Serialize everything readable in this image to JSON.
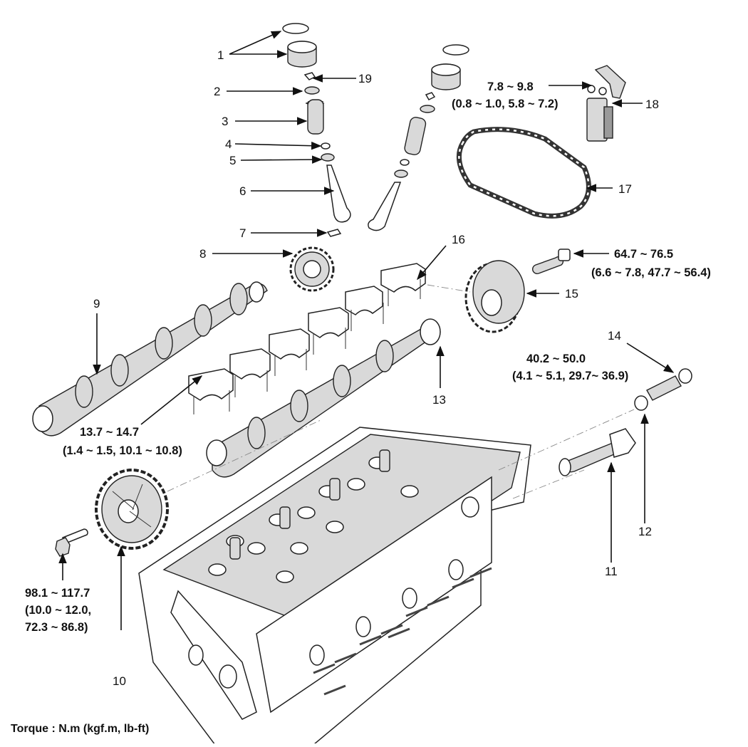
{
  "callouts": {
    "c1": "1",
    "c2": "2",
    "c3": "3",
    "c4": "4",
    "c5": "5",
    "c6": "6",
    "c7": "7",
    "c8": "8",
    "c9": "9",
    "c10": "10",
    "c11": "11",
    "c12": "12",
    "c13": "13",
    "c14": "14",
    "c15": "15",
    "c16": "16",
    "c17": "17",
    "c18": "18",
    "c19": "19"
  },
  "torques": {
    "t18": {
      "line1": "7.8 ~ 9.8",
      "line2": "(0.8 ~ 1.0, 5.8 ~ 7.2)"
    },
    "t15": {
      "line1": "64.7 ~ 76.5",
      "line2": "(6.6 ~ 7.8, 47.7 ~ 56.4)"
    },
    "t14": {
      "line1": "40.2 ~ 50.0",
      "line2": "(4.1 ~ 5.1, 29.7~ 36.9)"
    },
    "t16": {
      "line1": "13.7 ~ 14.7",
      "line2": "(1.4 ~ 1.5, 10.1 ~ 10.8)"
    },
    "t10": {
      "line1": "98.1 ~ 117.7",
      "line2": "(10.0 ~ 12.0,",
      "line3": "72.3 ~ 86.8)"
    }
  },
  "footer": {
    "torque_units": "Torque : N.m (kgf.m, lb-ft)"
  }
}
